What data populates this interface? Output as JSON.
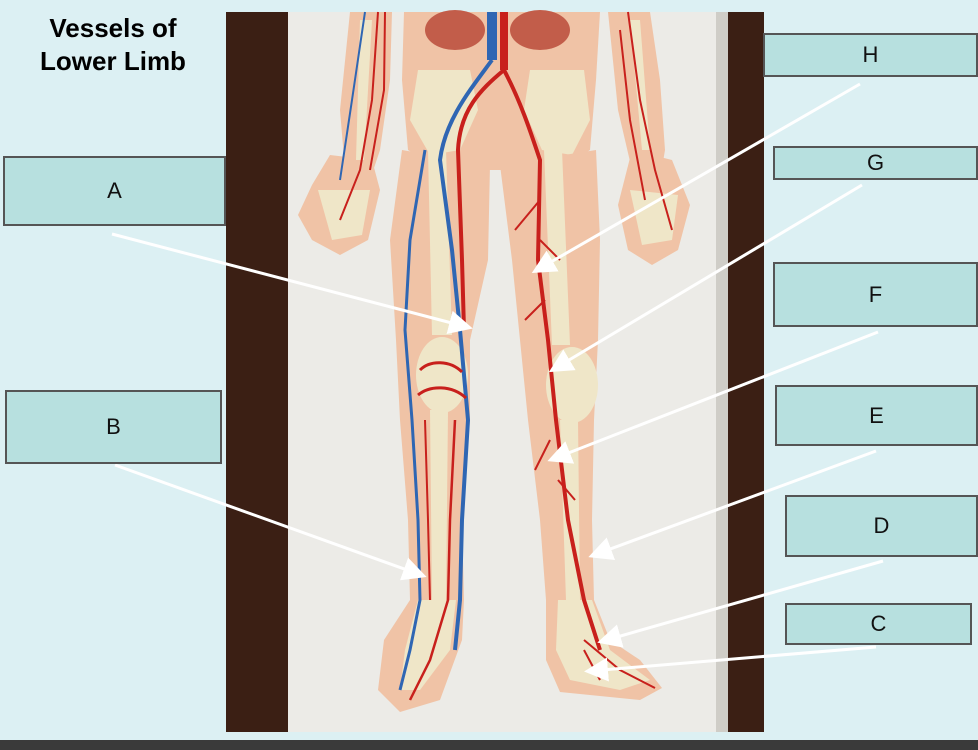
{
  "title": "Vessels of\nLower Limb",
  "labels": {
    "A": "A",
    "B": "B",
    "C": "C",
    "D": "D",
    "E": "E",
    "F": "F",
    "G": "G",
    "H": "H"
  },
  "colors": {
    "background": "#dcf0f3",
    "label_fill": "#b7e0df",
    "artery": "#c8201c",
    "vein": "#2f66b3",
    "skin": "#f0c3a6",
    "bone": "#efe6c8",
    "wood": "#3b1f14",
    "board": "#ecebe7"
  }
}
